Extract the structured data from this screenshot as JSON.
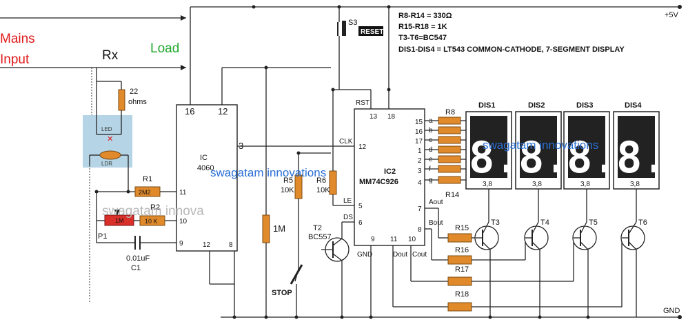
{
  "labels": {
    "mains_line1": "Mains",
    "mains_line2": "Input",
    "load": "Load",
    "rx": "Rx",
    "r_22": "22",
    "r_22_unit": "ohms",
    "led": "LED",
    "ldr": "LDR",
    "r1": "R1",
    "r1_val": "2M2",
    "r2": "R2",
    "r2_val": "10 K",
    "p1": "P1",
    "p1_val": "1M",
    "c1_val": "0.01uF",
    "c1": "C1",
    "ic1_line1": "IC",
    "ic1_line2": "4060",
    "ic1_p16": "16",
    "ic1_p12_top": "12",
    "ic1_p11": "11",
    "ic1_p10": "10",
    "ic1_p9": "9",
    "ic1_p12_bot": "12",
    "ic1_p8": "8",
    "ic1_p3": "3",
    "r_1m": "1M",
    "r5": "R5",
    "r5_val": "10K",
    "r6": "R6",
    "r6_val": "10K",
    "t2": "T2",
    "t2_type": "BC557",
    "stop": "STOP",
    "s3": "S3",
    "reset": "RESET",
    "ic2_line1": "IC2",
    "ic2_line2": "MM74C926",
    "rst": "RST",
    "clk": "CLK",
    "le": "LE",
    "ds": "DS",
    "gnd_pin": "GND",
    "ic2_p13": "13",
    "ic2_p18": "18",
    "ic2_p12": "12",
    "ic2_p5": "5",
    "ic2_p6": "6",
    "ic2_p9": "9",
    "ic2_p11": "11",
    "ic2_p10": "10",
    "ic2_p15": "15",
    "ic2_p16": "16",
    "ic2_p17": "17",
    "ic2_p1": "1",
    "ic2_p2": "2",
    "ic2_p3": "3",
    "ic2_p4": "4",
    "ic2_p7": "7",
    "ic2_p8": "8",
    "seg_a": "a",
    "seg_b": "b",
    "seg_c": "c",
    "seg_d": "d",
    "seg_e": "e",
    "seg_f": "f",
    "seg_g": "g",
    "aout": "Aout",
    "bout": "Bout",
    "dout": "Dout",
    "cout": "Cout",
    "r8": "R8",
    "r14": "R14",
    "r15": "R15",
    "r16": "R16",
    "r17": "R17",
    "r18": "R18",
    "t3": "T3",
    "t4": "T4",
    "t5": "T5",
    "t6": "T6",
    "dis1": "DIS1",
    "dis2": "DIS2",
    "dis3": "DIS3",
    "dis4": "DIS4",
    "dis_pins": "3,8",
    "digit": "8.",
    "plus5v": "+5V",
    "gnd_rail": "GND"
  },
  "notes": [
    "R8-R14 = 330Ω",
    "R15-R18 = 1K",
    "T3-T6=BC547",
    "DIS1-DIS4 = LT543 COMMON-CATHODE, 7-SEGMENT DISPLAY"
  ],
  "watermarks": {
    "main": "swagatam innovations",
    "faded": "swagatam innova"
  },
  "colors": {
    "mains_text": "#e01a1a",
    "load_text": "#22a82e",
    "resistor": "#e08a2c",
    "watermark": "#2a6fd6",
    "ldr_box": "#a8cde0"
  }
}
